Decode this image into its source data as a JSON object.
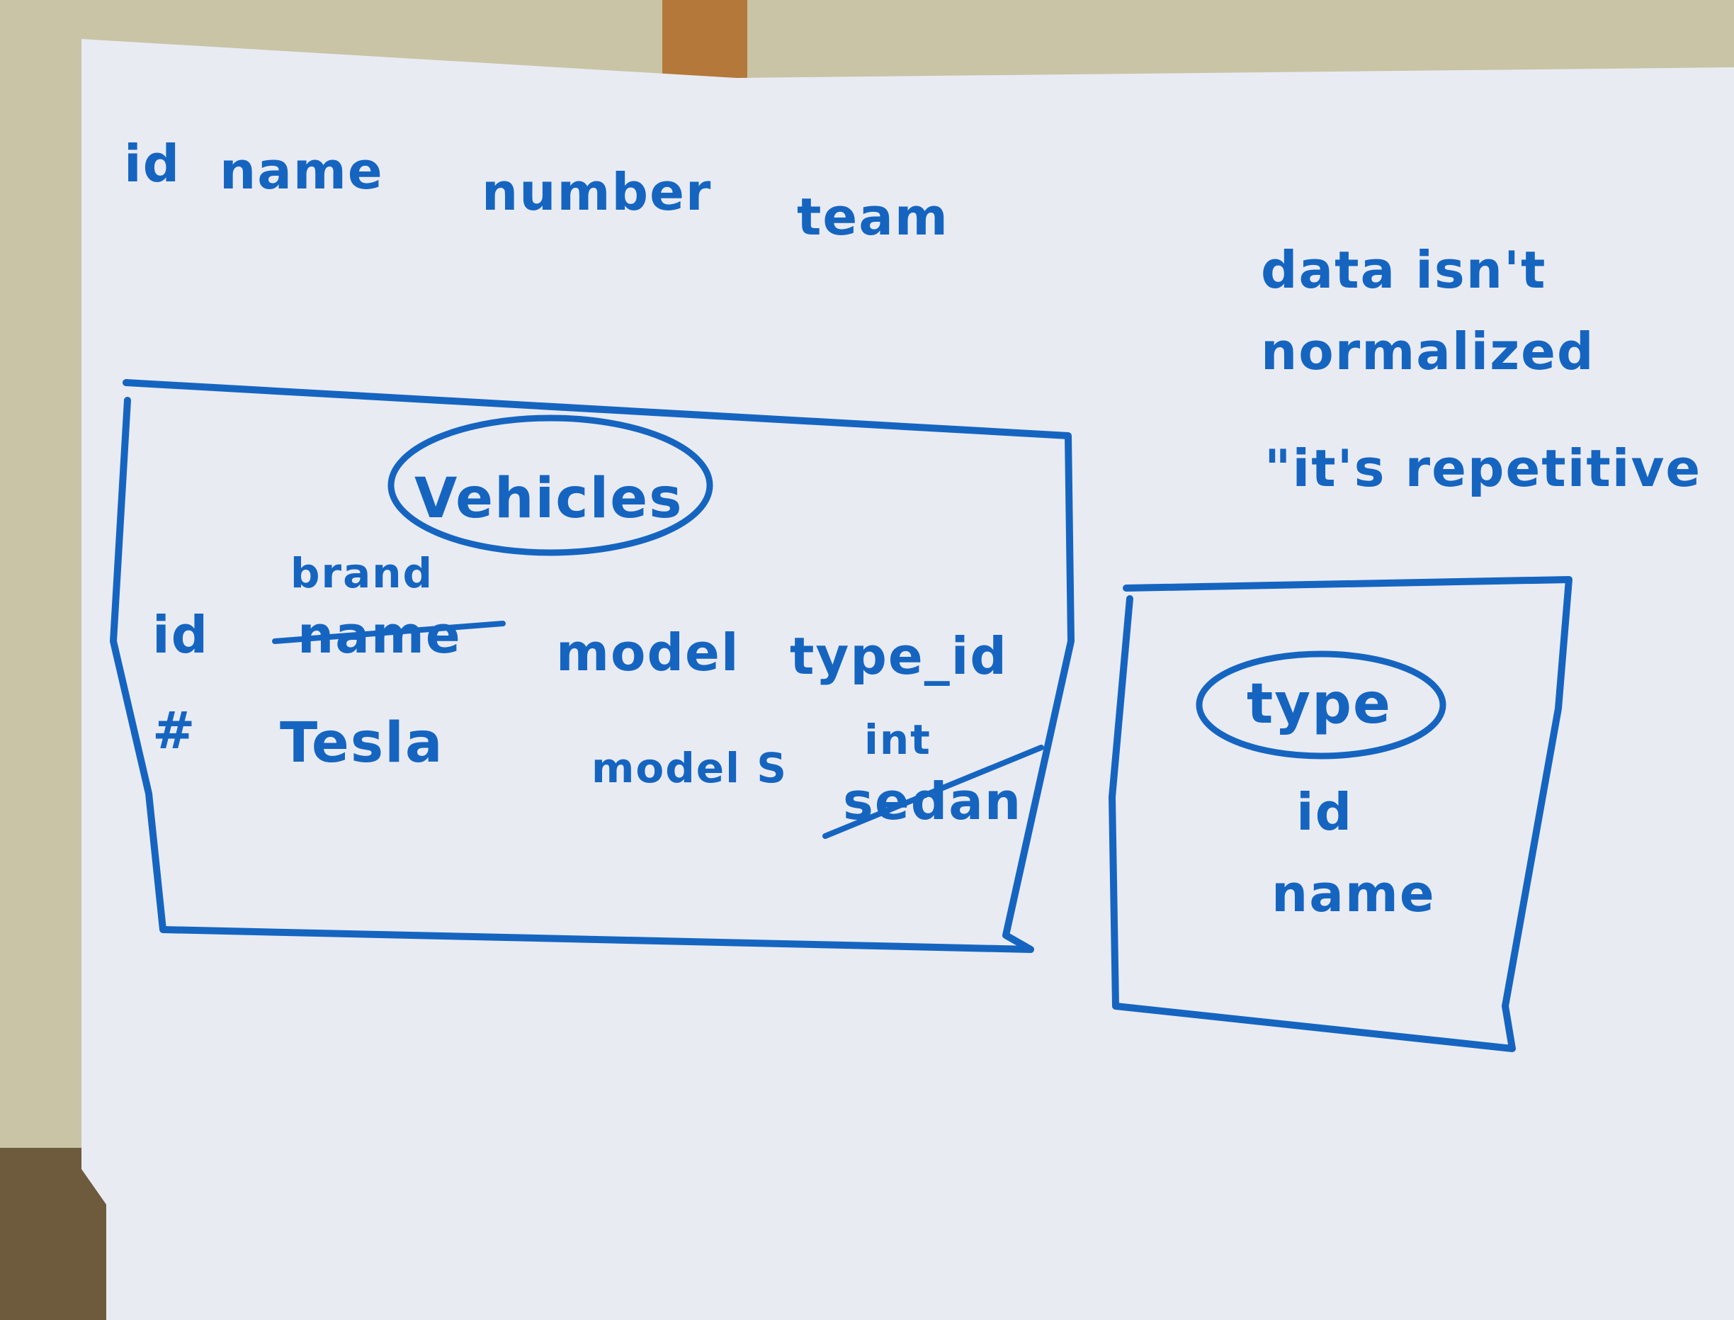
{
  "colors": {
    "ink": "#1565c0",
    "paper": "#e9ebf3",
    "wall": "#c9c4a6",
    "ruler": "#b4783a"
  },
  "top_note": {
    "id": "id",
    "name": "name",
    "number": "number",
    "team": "team"
  },
  "side_note": {
    "line1": "data isn't",
    "line2": "normalized",
    "line3": "\"it's repetitive"
  },
  "vehicles_table": {
    "title": "Vehicles",
    "columns": {
      "id": "id",
      "brand": "brand",
      "brand_struck": "name",
      "model": "model",
      "type_id": "type_id"
    },
    "row": {
      "marker": "#",
      "brand": "Tesla",
      "model": "model S",
      "type_value": "int",
      "type_value_struck": "sedan"
    }
  },
  "type_table": {
    "title": "type",
    "fields": [
      "id",
      "name"
    ]
  }
}
